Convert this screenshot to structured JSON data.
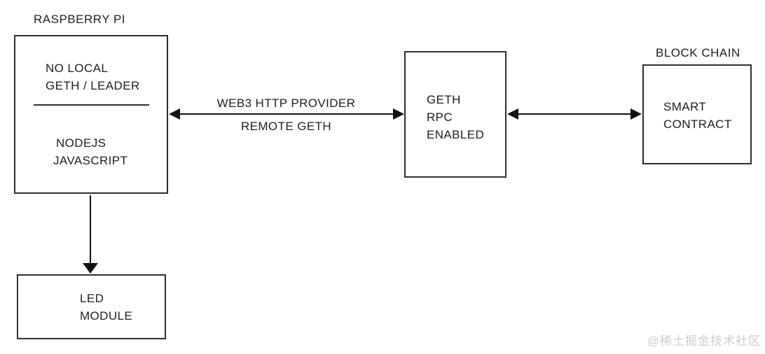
{
  "diagram": {
    "raspberry_pi": {
      "title": "RASPBERRY PI",
      "top_line1": "NO LOCAL",
      "top_line2": "GETH / LEADER",
      "bottom_line1": "NODEJS",
      "bottom_line2": "JAVASCRIPT"
    },
    "web3_link": {
      "label_top": "WEB3 HTTP PROVIDER",
      "label_bottom": "REMOTE GETH"
    },
    "geth_node": {
      "line1": "GETH",
      "line2": "RPC",
      "line3": "ENABLED"
    },
    "blockchain": {
      "title": "BLOCK CHAIN",
      "line1": "SMART",
      "line2": "CONTRACT"
    },
    "led_module": {
      "line1": "LED",
      "line2": "MODULE"
    }
  },
  "colors": {
    "background": "#ffffff",
    "line": "#111111",
    "border": "#2e2e2e",
    "text": "#1e1e1e",
    "watermark": "#cccccc"
  },
  "watermark": "@稀土掘金技术社区"
}
